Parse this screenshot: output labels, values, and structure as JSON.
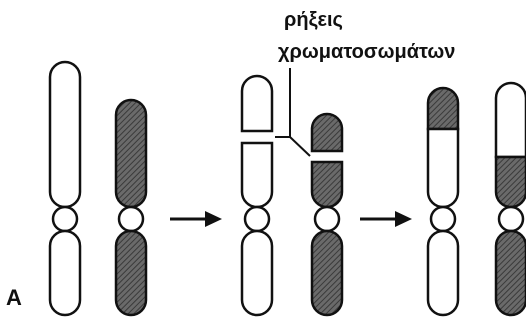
{
  "annotation": {
    "line1": "ρήξεις",
    "line2": "χρωματοσωμάτων"
  },
  "panel_label": "A",
  "colors": {
    "outline": "#111111",
    "light_fill": "#ffffff",
    "shaded_fill": "#5e5e5e",
    "background": "#ffffff"
  },
  "elements": {
    "chromosomes": [
      "light-chromosome",
      "shaded-chromosome",
      "broken-light-chromosome",
      "broken-shaded-chromosome",
      "recombined-chromosome-light-body",
      "recombined-chromosome-shaded-body"
    ],
    "arrows": [
      "arrow-right",
      "arrow-right"
    ]
  }
}
